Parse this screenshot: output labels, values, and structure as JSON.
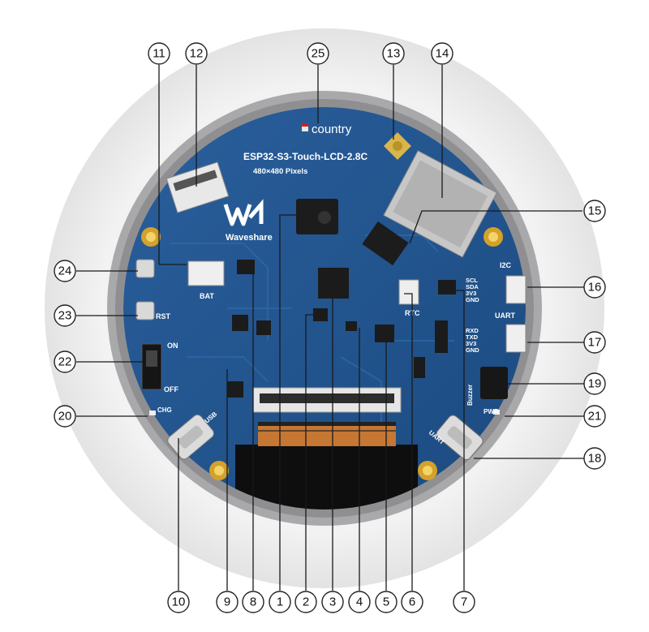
{
  "board": {
    "model": "ESP32-S3-Touch-LCD-2.8C",
    "resolution": "480×480 Pixels",
    "brand": "Waveshare",
    "country_text": "country"
  },
  "silkscreen": {
    "bat": "BAT",
    "rst": "RST",
    "on": "ON",
    "off": "OFF",
    "chg": "CHG",
    "usb": "USB",
    "uart_port": "UART",
    "pwr": "PWR",
    "buzzer": "Buzzer",
    "rtc": "RTC",
    "i2c_header": "I2C",
    "i2c_pins": [
      "SCL",
      "SDA",
      "3V3",
      "GND"
    ],
    "uart_header": "UART",
    "uart_pins": [
      "RXD",
      "TXD",
      "3V3",
      "GND"
    ]
  },
  "callouts": [
    "1",
    "2",
    "3",
    "4",
    "5",
    "6",
    "7",
    "8",
    "9",
    "10",
    "11",
    "12",
    "13",
    "14",
    "15",
    "16",
    "17",
    "18",
    "19",
    "20",
    "21",
    "22",
    "23",
    "24",
    "25"
  ],
  "colors": {
    "pcb": "#1f4f86",
    "pcb_dark": "#163c68",
    "gold": "#d4a12a",
    "bezel": "#ececec",
    "background": "#ffffff"
  }
}
